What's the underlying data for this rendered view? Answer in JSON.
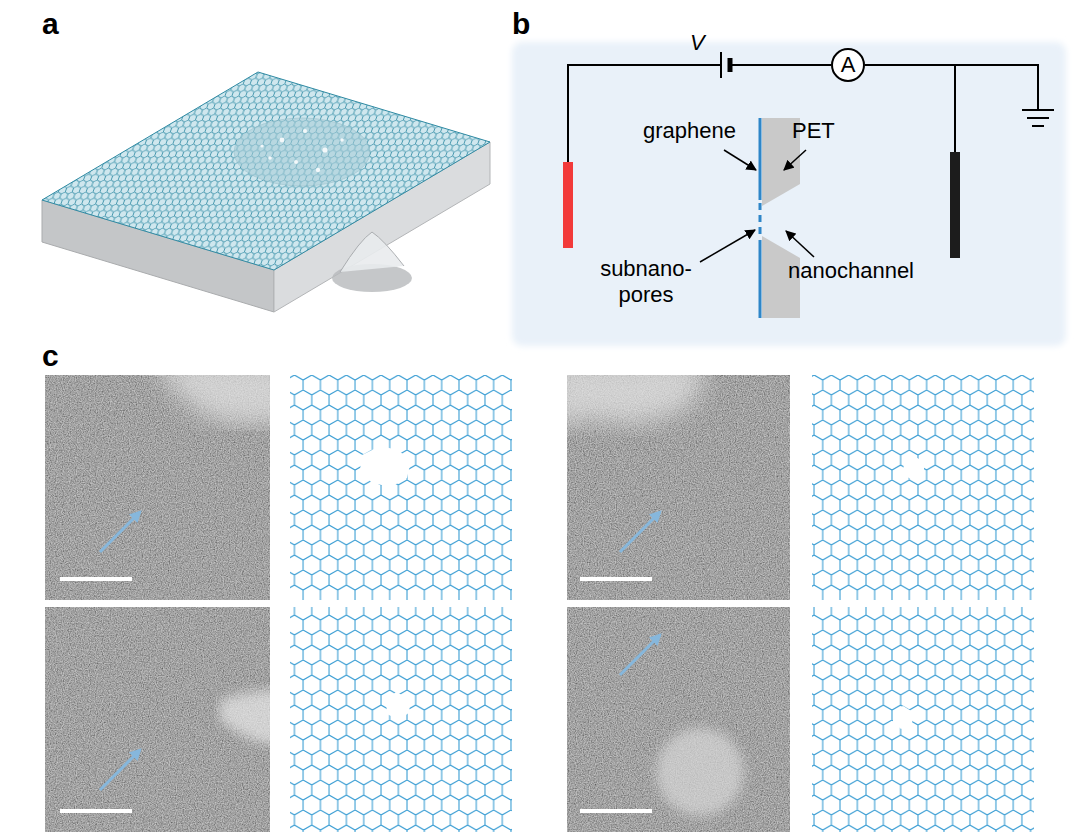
{
  "diagram": {
    "nodes": [
      {
        "text": [
          "A"
        ]
      }
    ],
    "labels": [
      "a",
      "b",
      "V",
      "graphene",
      "PET",
      "subnano- pores",
      "nanochannel",
      "c"
    ]
  }
}
